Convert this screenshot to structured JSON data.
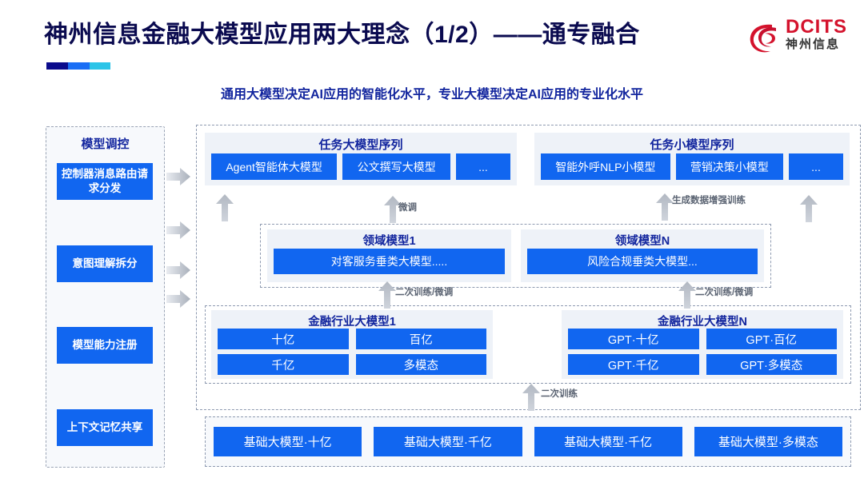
{
  "header": {
    "title": "神州信息金融大模型应用两大理念（1/2）——通专融合",
    "logo": {
      "mark_icon": "dcits-swirl-icon",
      "en": "DCITS",
      "cn": "神州信息",
      "color": "#d4122c"
    },
    "accent_colors": [
      "#0b0b8c",
      "#1a6ef5",
      "#2bc4e8"
    ]
  },
  "subtitle": "通用大模型决定AI应用的智能化水平，专业大模型决定AI应用的专业化水平",
  "control_panel": {
    "title": "模型调控",
    "items": [
      {
        "label": "控制器消息路由请求分发"
      },
      {
        "label": "意图理解拆分"
      },
      {
        "label": "模型能力注册"
      },
      {
        "label": "上下文记忆共享"
      }
    ]
  },
  "sequences": [
    {
      "title": "任务大模型序列",
      "items": [
        "Agent智能体大模型",
        "公文撰写大模型",
        "..."
      ]
    },
    {
      "title": "任务小模型序列",
      "items": [
        "智能外呼NLP小模型",
        "营销决策小模型",
        "..."
      ]
    }
  ],
  "domain_models": [
    {
      "title": "领域模型1",
      "item": "对客服务垂类大模型....."
    },
    {
      "title": "领域模型N",
      "item": "风险合规垂类大模型..."
    }
  ],
  "industry_models": [
    {
      "title": "金融行业大模型1",
      "cells": [
        "十亿",
        "百亿",
        "千亿",
        "多模态"
      ]
    },
    {
      "title": "金融行业大模型N",
      "cells": [
        "GPT·十亿",
        "GPT·百亿",
        "GPT·千亿",
        "GPT·多模态"
      ]
    }
  ],
  "base_models": [
    "基础大模型·十亿",
    "基础大模型·千亿",
    "基础大模型·千亿",
    "基础大模型·多模态"
  ],
  "arrow_labels": {
    "fine_tune": "微调",
    "generated_data_aug": "生成数据增强训练",
    "second_train_fine_tune_1": "二次训练/微调",
    "second_train_fine_tune_2": "二次训练/微调",
    "second_train": "二次训练"
  },
  "colors": {
    "brand_blue": "#1166f0",
    "deep_navy": "#12259e",
    "panel_bg": "#eef2f8",
    "dash_border": "#8e9ab0",
    "arrow_gray": "#b9bfc9"
  }
}
